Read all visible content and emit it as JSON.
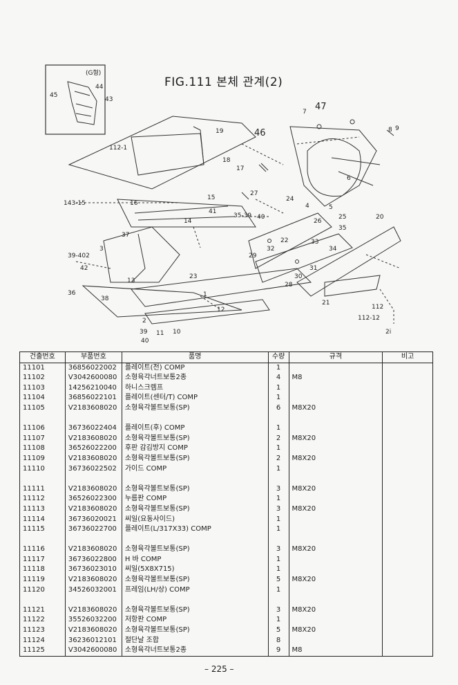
{
  "title": "FIG.111 본체 관계(2)",
  "page_number": "– 225 –",
  "diagram": {
    "inset_label": "(G형)",
    "callouts": [
      "44",
      "43",
      "45",
      "46",
      "47",
      "7",
      "8",
      "9",
      "19",
      "18",
      "17",
      "112-1",
      "15",
      "41",
      "16",
      "143-15",
      "14",
      "35-39",
      "40",
      "27",
      "26",
      "25",
      "24",
      "22",
      "23",
      "21",
      "20",
      "13",
      "1",
      "12",
      "2",
      "39",
      "11",
      "10",
      "40",
      "3",
      "39-402",
      "42",
      "37",
      "38",
      "36",
      "33",
      "34",
      "31",
      "32",
      "30",
      "29",
      "28",
      "5",
      "6",
      "4",
      "112-12",
      "2i",
      "35",
      "112"
    ]
  },
  "table": {
    "headers": [
      "건출번호",
      "부품번호",
      "품명",
      "수량",
      "규격",
      "비고"
    ],
    "rows": [
      {
        "no": "11101",
        "part": "36856022002",
        "name": "플레이트(전) COMP",
        "qty": "1",
        "spec": ""
      },
      {
        "no": "11102",
        "part": "V3042600080",
        "name": "소형육각너트보통2종",
        "qty": "4",
        "spec": "M8"
      },
      {
        "no": "11103",
        "part": "14256210040",
        "name": "하니스크렘프",
        "qty": "1",
        "spec": ""
      },
      {
        "no": "11104",
        "part": "36856022101",
        "name": "플레이트(센터/T) COMP",
        "qty": "1",
        "spec": ""
      },
      {
        "no": "11105",
        "part": "V2183608020",
        "name": "소형육각볼트보통(SP)",
        "qty": "6",
        "spec": "M8X20"
      },
      {
        "spacer": true
      },
      {
        "no": "11106",
        "part": "36736022404",
        "name": "플레이트(후) COMP",
        "qty": "1",
        "spec": ""
      },
      {
        "no": "11107",
        "part": "V2183608020",
        "name": "소형육각볼트보통(SP)",
        "qty": "2",
        "spec": "M8X20"
      },
      {
        "no": "11108",
        "part": "36526022200",
        "name": "후판 감김방지 COMP",
        "qty": "1",
        "spec": ""
      },
      {
        "no": "11109",
        "part": "V2183608020",
        "name": "소형육각볼트보통(SP)",
        "qty": "2",
        "spec": "M8X20"
      },
      {
        "no": "11110",
        "part": "36736022502",
        "name": "가이드 COMP",
        "qty": "1",
        "spec": ""
      },
      {
        "spacer": true
      },
      {
        "no": "11111",
        "part": "V2183608020",
        "name": "소형육각볼트보통(SP)",
        "qty": "3",
        "spec": "M8X20"
      },
      {
        "no": "11112",
        "part": "36526022300",
        "name": "누름판 COMP",
        "qty": "1",
        "spec": ""
      },
      {
        "no": "11113",
        "part": "V2183608020",
        "name": "소형육각볼트보통(SP)",
        "qty": "3",
        "spec": "M8X20"
      },
      {
        "no": "11114",
        "part": "36736020021",
        "name": "씨일(요동사이드)",
        "qty": "1",
        "spec": ""
      },
      {
        "no": "11115",
        "part": "36736022700",
        "name": "플레이트(L/317X33) COMP",
        "qty": "1",
        "spec": ""
      },
      {
        "spacer": true
      },
      {
        "no": "11116",
        "part": "V2183608020",
        "name": "소형육각볼트보통(SP)",
        "qty": "3",
        "spec": "M8X20"
      },
      {
        "no": "11117",
        "part": "36736022800",
        "name": "H 바 COMP",
        "qty": "1",
        "spec": ""
      },
      {
        "no": "11118",
        "part": "36736023010",
        "name": "씨일(5X8X715)",
        "qty": "1",
        "spec": ""
      },
      {
        "no": "11119",
        "part": "V2183608020",
        "name": "소형육각볼트보통(SP)",
        "qty": "5",
        "spec": "M8X20"
      },
      {
        "no": "11120",
        "part": "34526032001",
        "name": "프레임(LH/상) COMP",
        "qty": "1",
        "spec": ""
      },
      {
        "spacer": true
      },
      {
        "no": "11121",
        "part": "V2183608020",
        "name": "소형육각볼트보통(SP)",
        "qty": "3",
        "spec": "M8X20"
      },
      {
        "no": "11122",
        "part": "35526032200",
        "name": "저항판 COMP",
        "qty": "1",
        "spec": ""
      },
      {
        "no": "11123",
        "part": "V2183608020",
        "name": "소형육각볼트보통(SP)",
        "qty": "5",
        "spec": "M8X20"
      },
      {
        "no": "11124",
        "part": "36236012101",
        "name": "절단날 조합",
        "qty": "8",
        "spec": ""
      },
      {
        "no": "11125",
        "part": "V3042600080",
        "name": "소형육각너트보통2종",
        "qty": "9",
        "spec": "M8"
      }
    ]
  }
}
